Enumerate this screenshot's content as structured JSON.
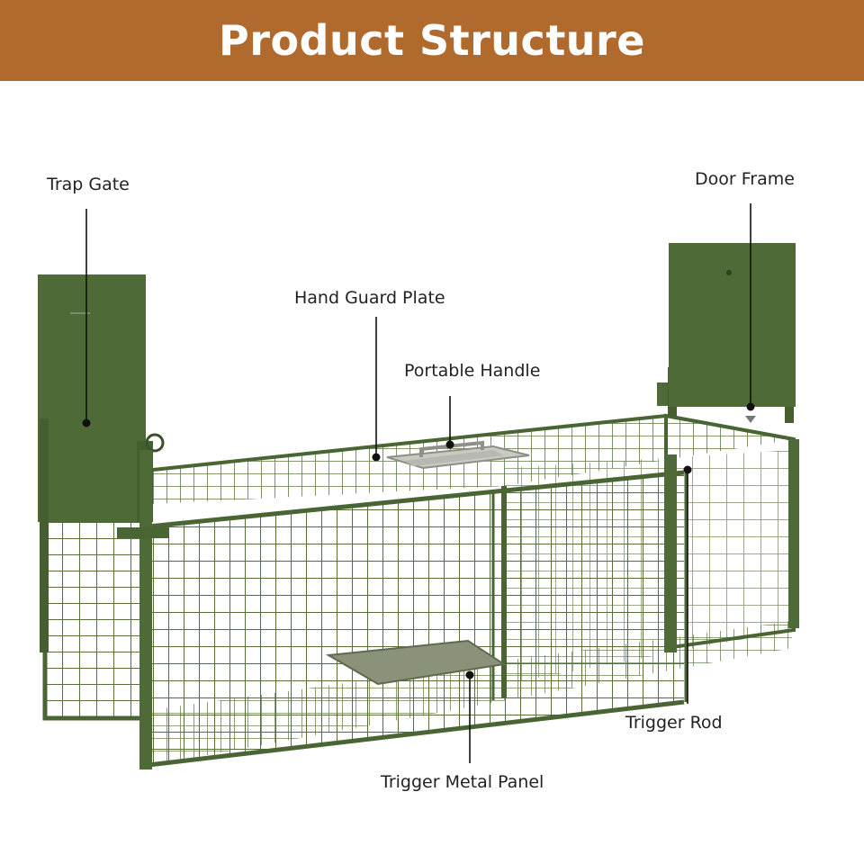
{
  "header": {
    "title": "Product Structure",
    "background_color": "#B06A2D",
    "text_color": "#FFFFFF"
  },
  "product": {
    "icon": "animal-cage-trap-illustration",
    "body_color": "#4F6B38",
    "panel_color": "#4E6A36"
  },
  "callouts": {
    "trap_gate": "Trap Gate",
    "door_frame": "Door Frame",
    "hand_guard_plate": "Hand Guard Plate",
    "portable_handle": "Portable Handle",
    "trigger_rod": "Trigger Rod",
    "trigger_metal_panel": "Trigger Metal Panel"
  }
}
